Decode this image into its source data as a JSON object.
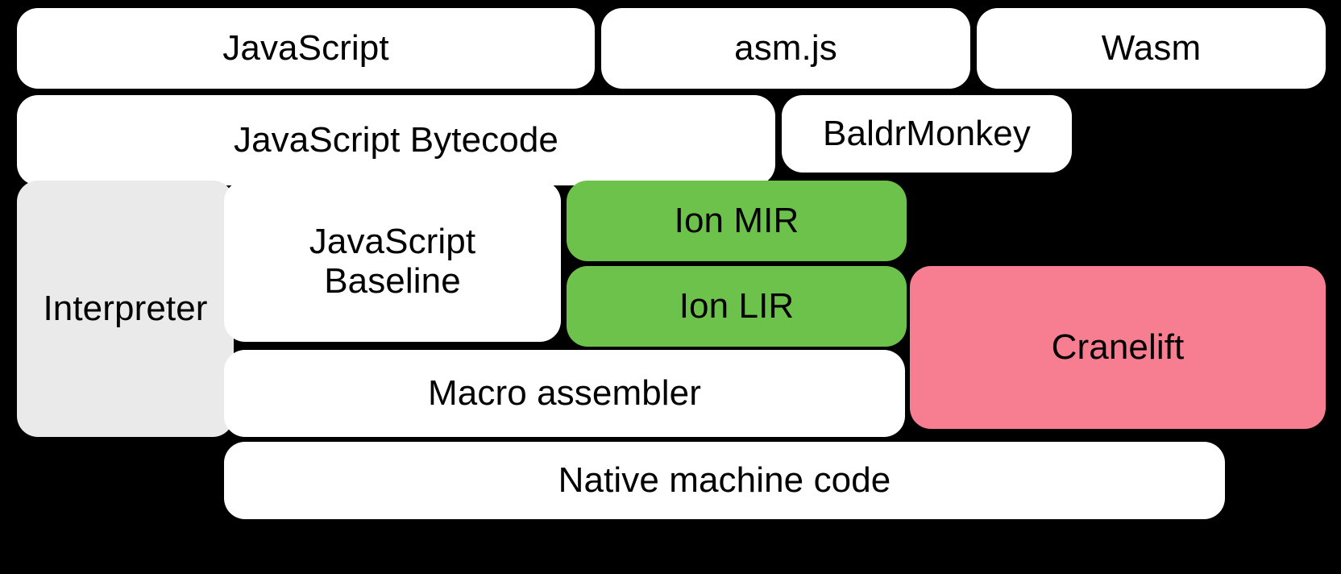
{
  "diagram": {
    "title": "SpiderMonkey compilation pipeline",
    "background_color": "#000000",
    "palette": {
      "white": "#ffffff",
      "grey": "#eaeaea",
      "green": "#6cc24a",
      "pink": "#f77e90",
      "text": "#000000"
    },
    "rows": [
      {
        "name": "source-languages",
        "nodes": [
          "javascript",
          "asmjs",
          "wasm"
        ]
      },
      {
        "name": "intermediate-representations",
        "nodes": [
          "js-bytecode",
          "baldrmonkey"
        ]
      },
      {
        "name": "execution-tiers",
        "nodes": [
          "interpreter",
          "js-baseline",
          "ion-mir",
          "ion-lir",
          "cranelift",
          "macro-assembler"
        ]
      },
      {
        "name": "output",
        "nodes": [
          "native-code"
        ]
      }
    ],
    "nodes": {
      "javascript": {
        "label": "JavaScript",
        "fill": "#ffffff"
      },
      "asmjs": {
        "label": "asm.js",
        "fill": "#ffffff"
      },
      "wasm": {
        "label": "Wasm",
        "fill": "#ffffff"
      },
      "js_bytecode": {
        "label": "JavaScript Bytecode",
        "fill": "#ffffff"
      },
      "baldrmonkey": {
        "label": "BaldrMonkey",
        "fill": "#ffffff"
      },
      "interpreter": {
        "label": "Interpreter",
        "fill": "#eaeaea"
      },
      "js_baseline": {
        "label": "JavaScript\nBaseline",
        "fill": "#ffffff"
      },
      "ion_mir": {
        "label": "Ion MIR",
        "fill": "#6cc24a"
      },
      "ion_lir": {
        "label": "Ion LIR",
        "fill": "#6cc24a"
      },
      "cranelift": {
        "label": "Cranelift",
        "fill": "#f77e90"
      },
      "macro_assembler": {
        "label": "Macro assembler",
        "fill": "#ffffff"
      },
      "native_code": {
        "label": "Native machine code",
        "fill": "#ffffff"
      }
    }
  }
}
